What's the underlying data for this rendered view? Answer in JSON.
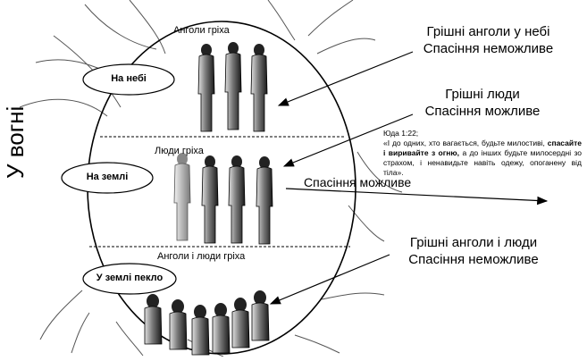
{
  "side_label": "У вогні",
  "zones": {
    "heaven": {
      "title": "Анголи гріха",
      "label": "На небі"
    },
    "earth": {
      "title": "Люди гріха",
      "label": "На землі"
    },
    "hell": {
      "title": "Анголи і люди гріха",
      "label": "У землі пекло"
    }
  },
  "callouts": {
    "top": {
      "line1": "Грішні анголи у небі",
      "line2": "Спасіння неможливе"
    },
    "middle": {
      "line1": "Грішні люди",
      "line2": "Спасіння можливе"
    },
    "bottom": {
      "line1": "Грішні анголи і люди",
      "line2": "Спасіння неможливе"
    }
  },
  "salvation_arrow_label": "Спасіння можливе",
  "quote": {
    "reference": "Юда 1:22;",
    "part1": "«І до одних, хто вагається, будьте милостиві,",
    "emphasis": "спасайте і виривайте з огню,",
    "part2": "а до інших будьте милосердні зо страхом, і ненавидьте навіть одежу, опоганену від тіла»."
  },
  "colors": {
    "figure_dark": "#1a1a1a",
    "figure_light": "#bdbdbd",
    "line": "#000000",
    "flame": "#555555"
  }
}
